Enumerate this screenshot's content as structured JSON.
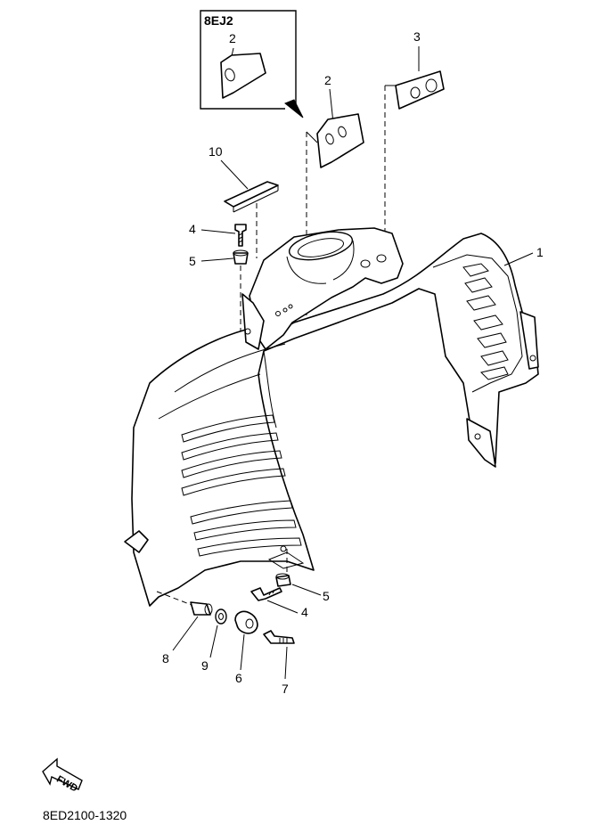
{
  "diagram": {
    "variant_box_label": "8EJ2",
    "diagram_code": "8ED2100-1320",
    "fwd_label": "FWD",
    "callouts": {
      "c1": "1",
      "c2_box": "2",
      "c2": "2",
      "c3": "3",
      "c4_top": "4",
      "c4_bottom": "4",
      "c5_top": "5",
      "c5_bottom": "5",
      "c6": "6",
      "c7": "7",
      "c8": "8",
      "c9": "9",
      "c10": "10"
    }
  }
}
